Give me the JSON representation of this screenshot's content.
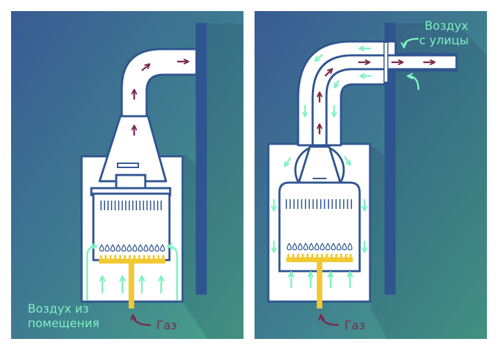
{
  "left_panel": {
    "room_air_line1": "Воздух из",
    "room_air_line2": "помещения",
    "gas_label": "Газ"
  },
  "right_panel": {
    "outside_air_line1": "Воздух",
    "outside_air_line2": "с улицы",
    "gas_label": "Газ"
  },
  "colors": {
    "background_top": "#3a5f94",
    "background_bottom": "#4aa489",
    "boiler_fill": "#ffffff",
    "boiler_outline": "#2f5590",
    "wall": "#2f5590",
    "exhaust_arrow": "#7a2a4d",
    "fresh_air_arrow": "#7ef2c2",
    "gas": "#f2c931",
    "gas_label": "#7a2a4d",
    "air_label": "#7ef2c2"
  },
  "icons": [
    "exhaust-arrow-icon",
    "fresh-air-arrow-icon",
    "burner-flame-icon",
    "gas-pipe-icon",
    "curved-arrow-icon"
  ]
}
